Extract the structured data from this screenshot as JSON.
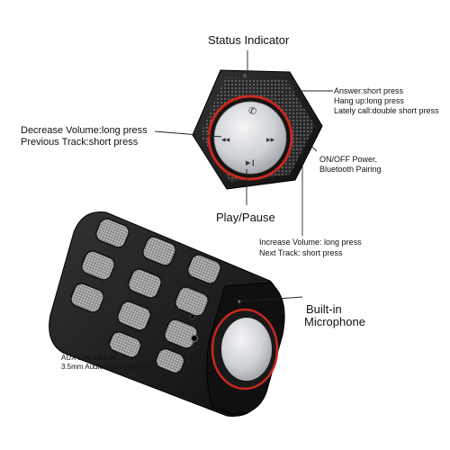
{
  "labels": {
    "status_indicator": "Status Indicator",
    "answer": "Answer:short press",
    "hang_up": "Hang up:long press",
    "lately_call": "Lately call:double short press",
    "decrease_volume": "Decrease Volume:long press",
    "previous_track": "Previous Track:short press",
    "on_off_power": "ON/OFF Power,",
    "bluetooth_pairing": "Bluetooth Pairing",
    "play_pause": "Play/Pause",
    "increase_volume": "Increase Volume: long press",
    "next_track": "Next Track: short press",
    "built_in": "Built-in",
    "microphone": "Microphone",
    "aux_line_in": "AUX Line Line-in:",
    "aux_interface": "3.5mm Audio Input Interface"
  },
  "colors": {
    "accent_ring": "#c8281e",
    "body_dark": "#1c1c1c",
    "button_silver": "#cfd2d6"
  }
}
